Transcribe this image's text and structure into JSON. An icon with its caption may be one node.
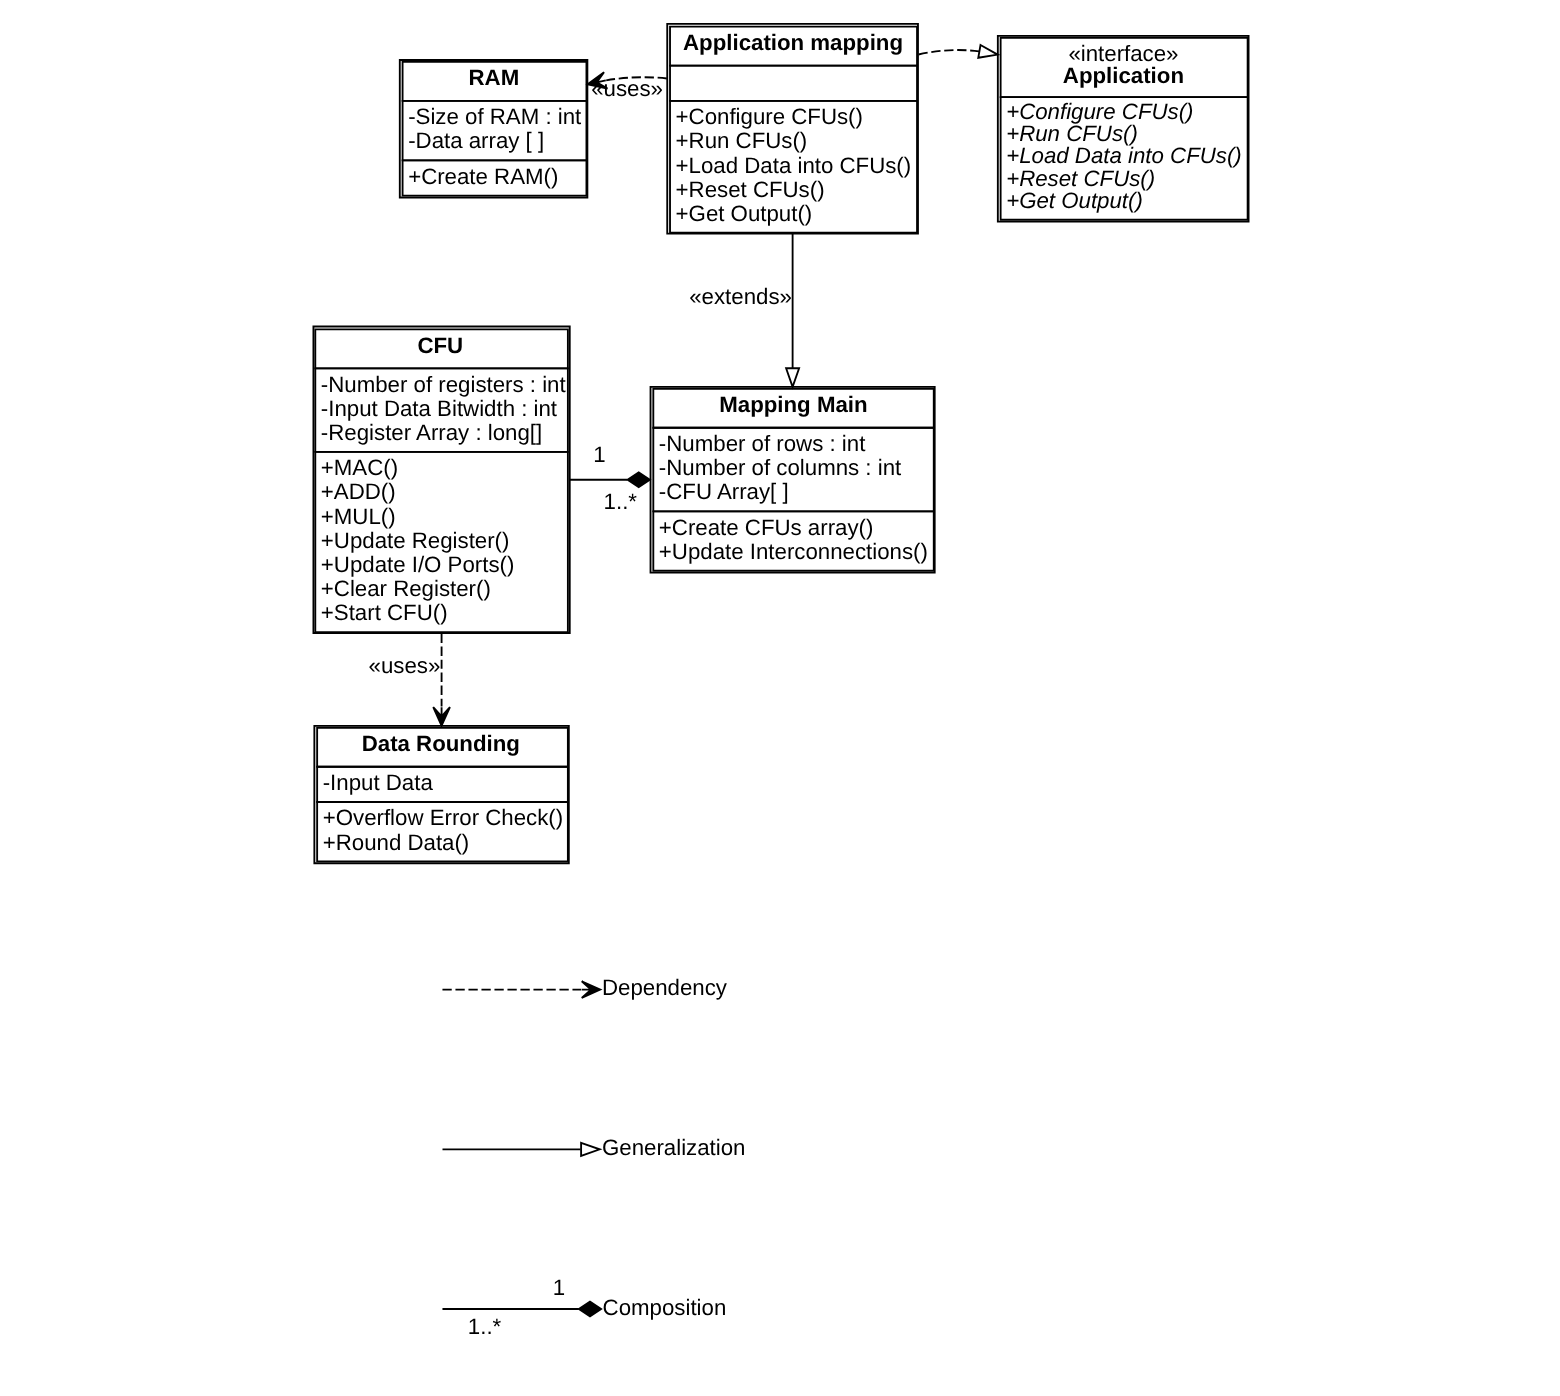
{
  "diagram": {
    "nodes": [
      {
        "text": [
          "RAM",
          "-Size of RAM : int",
          "-Data array [ ]",
          "+Create RAM()"
        ]
      },
      {
        "text": [
          "Application mapping",
          "+Configure CFUs()",
          "+Run CFUs()",
          "+Load Data into CFUs()",
          "+Reset CFUs()",
          "+Get Output()"
        ]
      },
      {
        "text": [
          "«interface»",
          "Application",
          "+Configure CFUs()",
          "+Run CFUs()",
          "+Load Data into CFUs()",
          "+Reset CFUs()",
          "+Get Output()"
        ]
      },
      {
        "text": [
          "CFU",
          "-Number of registers : int",
          "-Input Data Bitwidth : int",
          "-Register Array : long[]",
          "+MAC()",
          "+ADD()",
          "+MUL()",
          "+Update Register()",
          "+Update I/O Ports()",
          "+Clear Register()",
          "+Start CFU()"
        ]
      },
      {
        "text": [
          "Mapping Main",
          "-Number of rows : int",
          "-Number of columns : int",
          "-CFU Array[ ]",
          "+Create CFUs array()",
          "+Update Interconnections()"
        ]
      },
      {
        "text": [
          "Data Rounding",
          "-Input Data",
          "+Overflow Error Check()",
          "+Round Data()"
        ]
      }
    ],
    "edges": [
      {
        "from": 1,
        "to": 0,
        "arrow": "to",
        "style": "dashed",
        "label": "«uses»"
      },
      {
        "from": 1,
        "to": 2,
        "arrow": "to",
        "style": "dashed"
      },
      {
        "from": 1,
        "to": 4,
        "arrow": "to",
        "label": "«extends»"
      },
      {
        "from": 3,
        "to": 4,
        "arrow": "other"
      },
      {
        "from": 3,
        "to": 5,
        "arrow": "to",
        "style": "dashed",
        "label": "«uses»"
      }
    ],
    "labels": [
      "1..*",
      "1",
      "1..*",
      "1"
    ],
    "legend": [
      {
        "text": "Dependency"
      },
      {
        "text": "Generalization"
      },
      {
        "text": "Composition"
      }
    ]
  }
}
